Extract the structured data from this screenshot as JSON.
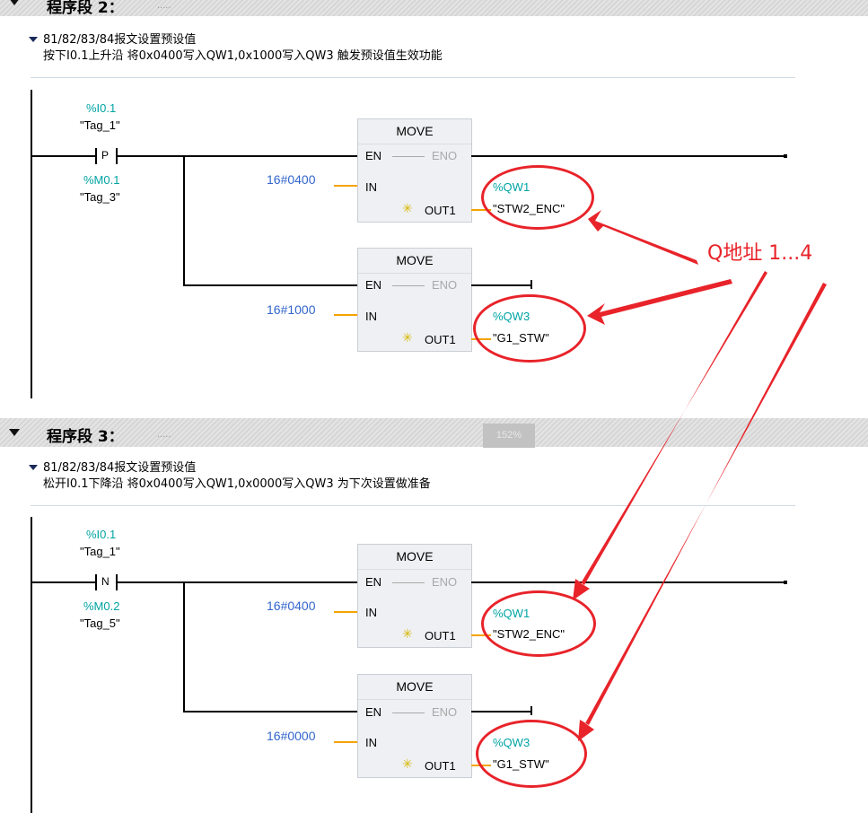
{
  "segments": [
    {
      "title": "程序段 2：",
      "dots": ".....",
      "comment_title": "81/82/83/84报文设置预设值",
      "comment_text": "按下I0.1上升沿 将0x0400写入QW1,0x1000写入QW3 触发预设值生效功能",
      "contact": {
        "addr": "%I0.1",
        "tag": "\"Tag_1\"",
        "type": "P",
        "mem_addr": "%M0.1",
        "mem_tag": "\"Tag_3\""
      },
      "moves": [
        {
          "title": "MOVE",
          "en": "EN",
          "eno": "ENO",
          "in": "IN",
          "out": "OUT1",
          "in_value": "16#0400",
          "out_addr": "%QW1",
          "out_tag": "\"STW2_ENC\""
        },
        {
          "title": "MOVE",
          "en": "EN",
          "eno": "ENO",
          "in": "IN",
          "out": "OUT1",
          "in_value": "16#1000",
          "out_addr": "%QW3",
          "out_tag": "\"G1_STW\""
        }
      ]
    },
    {
      "title": "程序段 3：",
      "dots": ".....",
      "comment_title": "81/82/83/84报文设置预设值",
      "comment_text": "松开I0.1下降沿 将0x0400写入QW1,0x0000写入QW3 为下次设置做准备",
      "contact": {
        "addr": "%I0.1",
        "tag": "\"Tag_1\"",
        "type": "N",
        "mem_addr": "%M0.2",
        "mem_tag": "\"Tag_5\""
      },
      "moves": [
        {
          "title": "MOVE",
          "en": "EN",
          "eno": "ENO",
          "in": "IN",
          "out": "OUT1",
          "in_value": "16#0400",
          "out_addr": "%QW1",
          "out_tag": "\"STW2_ENC\""
        },
        {
          "title": "MOVE",
          "en": "EN",
          "eno": "ENO",
          "in": "IN",
          "out": "OUT1",
          "in_value": "16#0000",
          "out_addr": "%QW3",
          "out_tag": "\"G1_STW\""
        }
      ]
    }
  ],
  "zoom_label": "152%",
  "annotation": {
    "label": "Q地址 1...4",
    "color": "#e8232a"
  },
  "colors": {
    "address": "#00a3a3",
    "constant": "#3366cc",
    "connector": "#f5a300",
    "annotation": "#e8232a"
  },
  "icons": [
    "collapse-triangle-icon",
    "new-value-star-icon"
  ]
}
